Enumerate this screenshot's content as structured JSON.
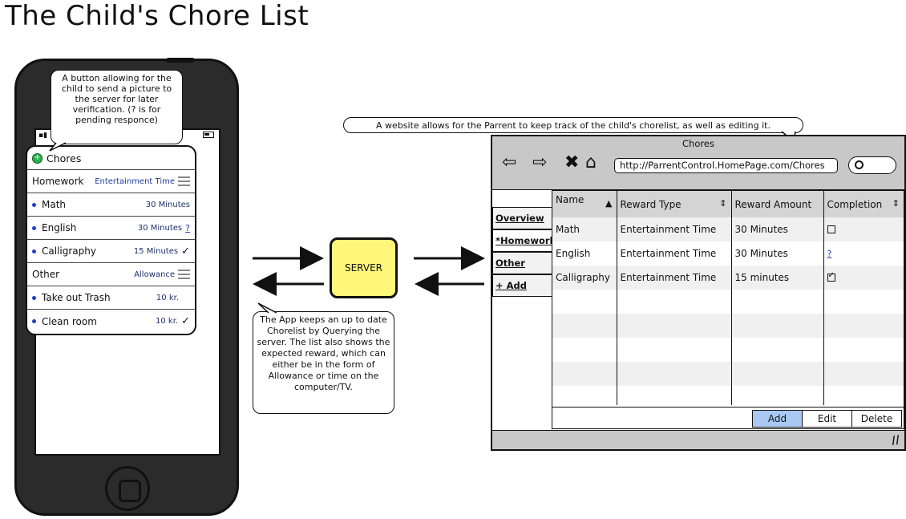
{
  "title": "The Child's Chore List",
  "phone": {
    "header": "Chores",
    "groups": [
      {
        "name": "Homework",
        "reward": "Entertainment Time",
        "items": [
          {
            "name": "Math",
            "value": "30 Minutes",
            "status": ""
          },
          {
            "name": "English",
            "value": "30 Minutes",
            "status": "?"
          },
          {
            "name": "Calligraphy",
            "value": "15 Minutes",
            "status": "✓"
          }
        ]
      },
      {
        "name": "Other",
        "reward": "Allowance",
        "items": [
          {
            "name": "Take out Trash",
            "value": "10 kr.",
            "status": ""
          },
          {
            "name": "Clean room",
            "value": "10 kr.",
            "status": "✓"
          }
        ]
      }
    ]
  },
  "callouts": {
    "button": "A button allowing for the child to send a picture to the server for later verification. (? is for pending responce)",
    "app": "The App keeps an up to date Chorelist by Querying the server. The list also shows the expected reward, which can either be in the form of Allowance or time on the computer/TV.",
    "website": "A website allows for the Parrent to keep track of the child's chorelist, as well as editing it."
  },
  "server_label": "SERVER",
  "browser": {
    "title": "Chores",
    "url": "http://ParrentControl.HomePage.com/Chores",
    "side_tabs": [
      "Overview",
      "*Homework",
      "Other",
      "+ Add"
    ],
    "selected_tab": "*Homework",
    "columns": [
      "Name",
      "Reward Type",
      "Reward Amount",
      "Completion"
    ],
    "rows": [
      {
        "name": "Math",
        "reward_type": "Entertainment Time",
        "reward_amount": "30 Minutes",
        "completion": "unchecked"
      },
      {
        "name": "English",
        "reward_type": "Entertainment Time",
        "reward_amount": "30 Minutes",
        "completion": "?"
      },
      {
        "name": "Calligraphy",
        "reward_type": "Entertainment Time",
        "reward_amount": "15 minutes",
        "completion": "checked"
      }
    ],
    "buttons": [
      "Add",
      "Edit",
      "Delete"
    ]
  }
}
